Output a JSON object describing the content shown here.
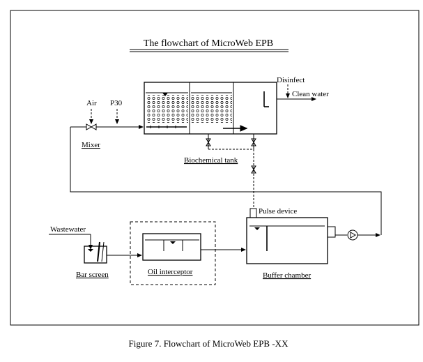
{
  "diagram": {
    "title": "The flowchart of MicroWeb EPB",
    "caption": "Figure 7. Flowchart of MicroWeb EPB -XX",
    "labels": {
      "air": "Air",
      "p30": "P30",
      "mixer": "Mixer",
      "disinfect": "Disinfect",
      "clean_water": "Clean water",
      "biochemical_tank": "Biochemical tank",
      "pulse_device": "Pulse device",
      "wastewater": "Wastewater",
      "bar_screen": "Bar screen",
      "oil_interceptor": "Oil interceptor",
      "buffer_chamber": "Buffer chamber"
    }
  }
}
